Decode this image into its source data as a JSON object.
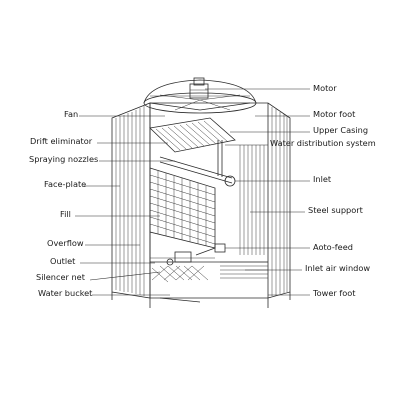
{
  "diagram": {
    "labels_left": [
      {
        "id": "fan",
        "text": "Fan"
      },
      {
        "id": "drift-eliminator",
        "text": "Drift eliminator"
      },
      {
        "id": "spraying-nozzles",
        "text": "Spraying nozzles"
      },
      {
        "id": "face-plate",
        "text": "Face-plate"
      },
      {
        "id": "fill",
        "text": "Fill"
      },
      {
        "id": "overflow",
        "text": "Overflow"
      },
      {
        "id": "outlet",
        "text": "Outlet"
      },
      {
        "id": "silencer-net",
        "text": "Silencer net"
      },
      {
        "id": "water-bucket",
        "text": "Water bucket"
      }
    ],
    "labels_right": [
      {
        "id": "motor",
        "text": "Motor"
      },
      {
        "id": "motor-foot",
        "text": "Motor foot"
      },
      {
        "id": "upper-casing",
        "text": "Upper Casing"
      },
      {
        "id": "water-distribution-system",
        "text": "Water distribution system"
      },
      {
        "id": "inlet",
        "text": "Inlet"
      },
      {
        "id": "steel-support",
        "text": "Steel support"
      },
      {
        "id": "auto-feed",
        "text": "Aoto-feed"
      },
      {
        "id": "inlet-air-window",
        "text": "Inlet air window"
      },
      {
        "id": "tower-foot",
        "text": "Tower foot"
      }
    ]
  }
}
